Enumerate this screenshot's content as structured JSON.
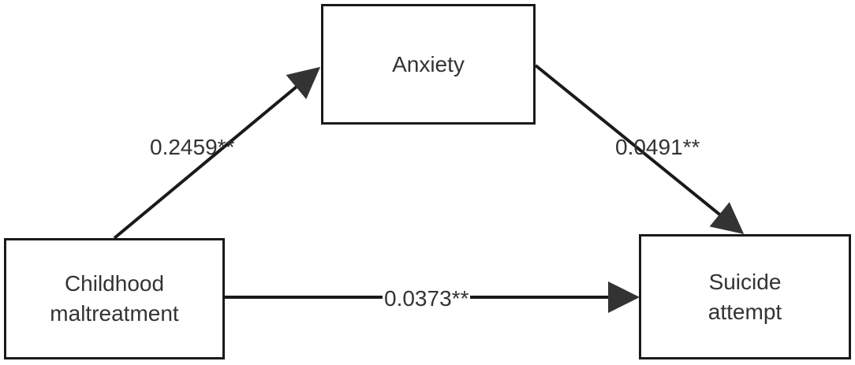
{
  "nodes": {
    "anxiety": "Anxiety",
    "childhood_maltreatment": "Childhood\nmaltreatment",
    "suicide_attempt": "Suicide\nattempt"
  },
  "paths": {
    "childhood_to_anxiety": "0.2459**",
    "anxiety_to_suicide": "0.0491**",
    "childhood_to_suicide": "0.0373**"
  }
}
